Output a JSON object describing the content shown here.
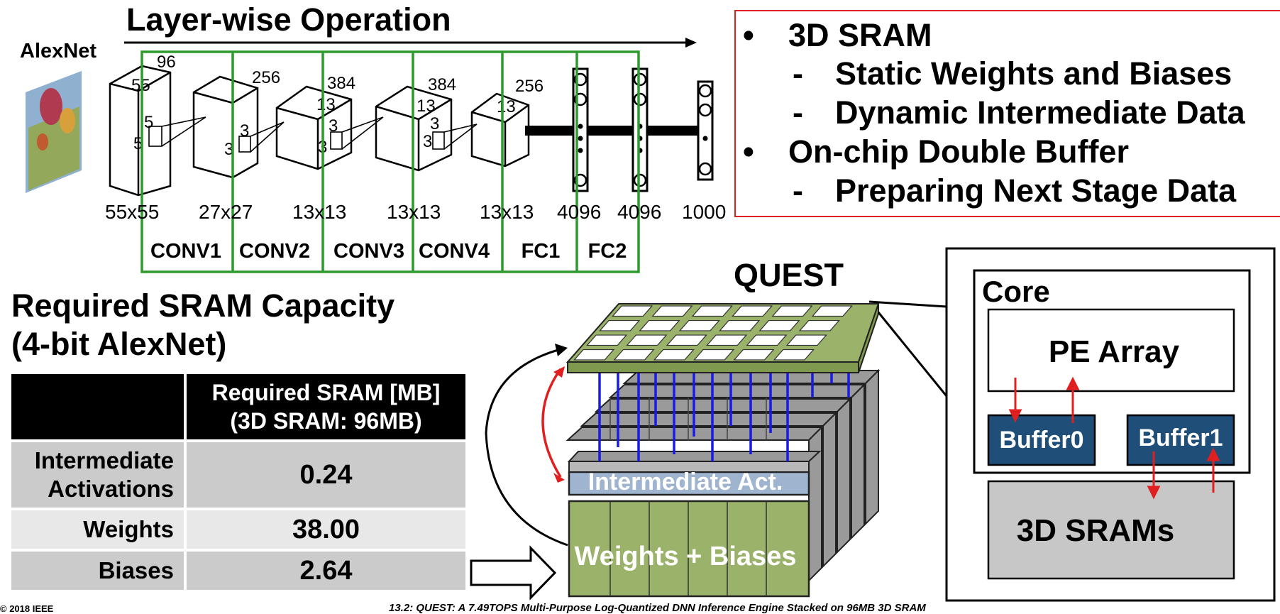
{
  "title": "Layer-wise Operation",
  "network": {
    "model_label": "AlexNet",
    "cube_labels": [
      "96",
      "55",
      "5",
      "5",
      "256",
      "3",
      "3",
      "384",
      "13",
      "3",
      "3",
      "384",
      "13",
      "3",
      "3",
      "256",
      "13"
    ],
    "sizes": [
      "55x55",
      "27x27",
      "13x13",
      "13x13",
      "13x13",
      "4096",
      "4096",
      "1000"
    ],
    "layers": [
      "CONV1",
      "CONV2",
      "CONV3",
      "CONV4",
      "FC1",
      "FC2"
    ]
  },
  "bullets": {
    "items": [
      {
        "marker": "•",
        "text": "3D SRAM"
      },
      {
        "marker": "-",
        "text": "Static Weights and Biases"
      },
      {
        "marker": "-",
        "text": "Dynamic Intermediate Data"
      },
      {
        "marker": "•",
        "text": "On-chip Double Buffer"
      },
      {
        "marker": "-",
        "text": "Preparing Next Stage Data"
      }
    ]
  },
  "capacity": {
    "title_line1": "Required SRAM Capacity",
    "title_line2": "(4-bit AlexNet)",
    "header_line1": "Required SRAM [MB]",
    "header_line2": "(3D SRAM: 96MB)",
    "rows": [
      {
        "label_line1": "Intermediate",
        "label_line2": "Activations",
        "value": "0.24"
      },
      {
        "label_line1": "Weights",
        "label_line2": "",
        "value": "38.00"
      },
      {
        "label_line1": "Biases",
        "label_line2": "",
        "value": "2.64"
      }
    ]
  },
  "stack": {
    "chip_label": "QUEST",
    "act_label": "Intermediate Act.",
    "wb_label": "Weights + Biases"
  },
  "core": {
    "label": "Core",
    "pe_array": "PE Array",
    "buffer0": "Buffer0",
    "buffer1": "Buffer1",
    "sram": "3D SRAMs"
  },
  "footer": {
    "copyright": "© 2018 IEEE",
    "caption": "13.2: QUEST: A 7.49TOPS Multi-Purpose Log-Quantized DNN Inference Engine Stacked on 96MB 3D SRAM"
  },
  "colors": {
    "green": "#2e9a2e",
    "red": "#e02020",
    "blue": "#1a1ae6",
    "navy": "#1f4e79",
    "olive": "#9bb26a"
  }
}
